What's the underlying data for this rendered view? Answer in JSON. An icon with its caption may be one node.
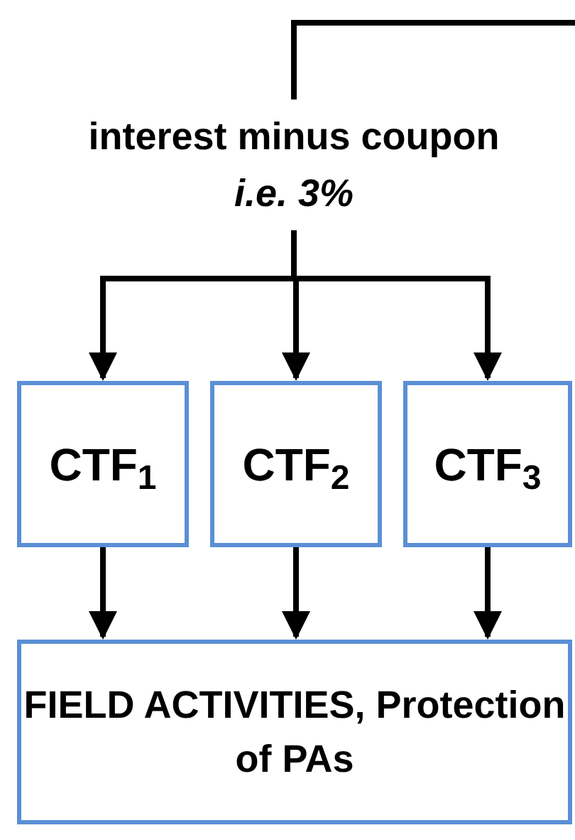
{
  "diagram": {
    "nodes": [
      {
        "text": [
          "interest minus coupon *i.e. 3%*"
        ]
      },
      {
        "text": [
          "CTF$_{1}$"
        ]
      },
      {
        "text": [
          "CTF$_{2}$"
        ]
      },
      {
        "text": [
          "CTF$_{3}$"
        ]
      },
      {
        "text": [
          "FIELD ACTIVITIES, Protection of PAs"
        ]
      }
    ],
    "edges": [
      {
        "from": null,
        "to": 0,
        "arrow": "none"
      },
      {
        "from": 0,
        "to": 1,
        "arrow": "to"
      },
      {
        "from": 0,
        "to": 2,
        "arrow": "to"
      },
      {
        "from": 0,
        "to": 3,
        "arrow": "to"
      },
      {
        "from": 1,
        "to": 4,
        "arrow": "to"
      },
      {
        "from": 2,
        "to": 4,
        "arrow": "to"
      },
      {
        "from": 3,
        "to": 4,
        "arrow": "to"
      }
    ]
  }
}
